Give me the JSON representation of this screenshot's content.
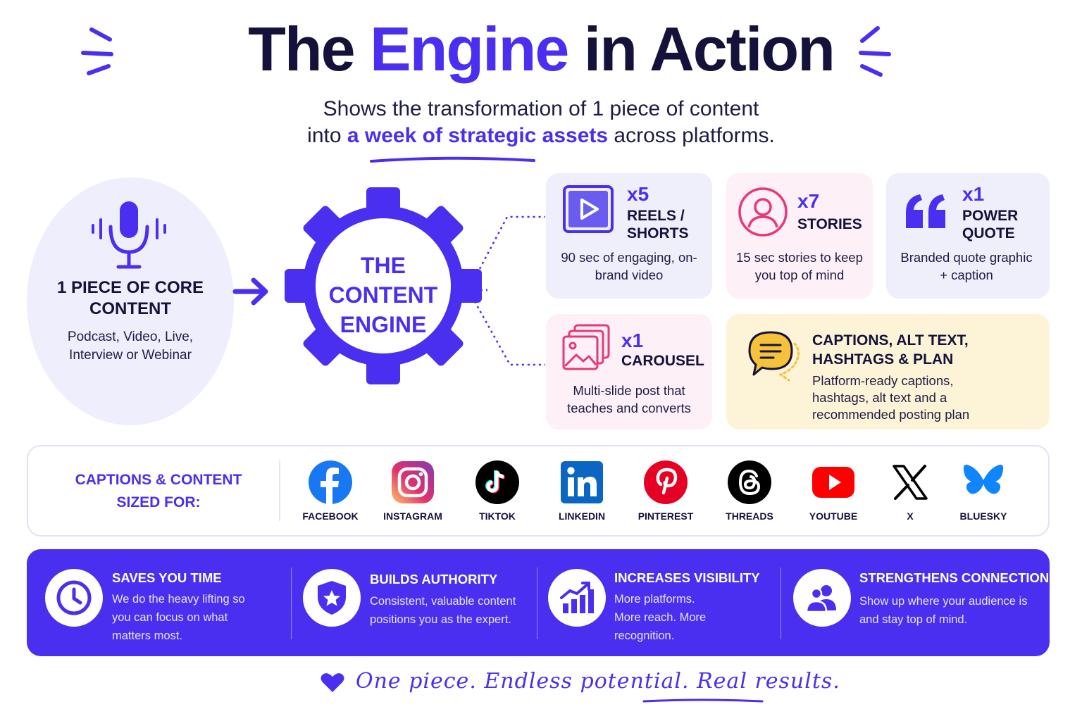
{
  "header": {
    "title_part1": "The ",
    "title_accent": "Engine",
    "title_part2": " in Action",
    "subtitle_line1": "Shows the transformation of 1 piece of content",
    "subtitle_line2_pre": "into ",
    "subtitle_line2_strong": "a week of strategic assets",
    "subtitle_line2_post": " across platforms."
  },
  "core": {
    "title": "1 PIECE OF CORE CONTENT",
    "desc": "Podcast, Video, Live, Interview or Webinar",
    "icon": "microphone-icon"
  },
  "engine": {
    "label": "THE CONTENT ENGINE"
  },
  "assets": {
    "reels": {
      "count": "x5",
      "label": "REELS / SHORTS",
      "desc": "90 sec of engaging, on-brand video",
      "icon": "play-icon"
    },
    "stories": {
      "count": "x7",
      "label": "STORIES",
      "desc": "15 sec stories to keep you top of mind",
      "icon": "user-circle-icon"
    },
    "quote": {
      "count": "x1",
      "label": "POWER QUOTE",
      "desc": "Branded quote graphic + caption",
      "icon": "quote-icon"
    },
    "carousel": {
      "count": "x1",
      "label": "CAROUSEL",
      "desc": "Multi-slide post that teaches and converts",
      "icon": "image-stack-icon"
    },
    "captions": {
      "label": "CAPTIONS, ALT TEXT, HASHTAGS & PLAN",
      "desc": "Platform-ready captions, hashtags, alt text and a recommended posting plan",
      "icon": "chat-bubble-icon"
    }
  },
  "platforms": {
    "heading": "CAPTIONS & CONTENT SIZED FOR:",
    "items": [
      {
        "name": "FACEBOOK",
        "color": "#1877f2"
      },
      {
        "name": "INSTAGRAM",
        "color": "#e1306c"
      },
      {
        "name": "TIKTOK",
        "color": "#000000"
      },
      {
        "name": "LINKEDIN",
        "color": "#0a66c2"
      },
      {
        "name": "PINTEREST",
        "color": "#e60023"
      },
      {
        "name": "THREADS",
        "color": "#000000"
      },
      {
        "name": "YOUTUBE",
        "color": "#ff0000"
      },
      {
        "name": "X",
        "color": "#000000"
      },
      {
        "name": "BLUESKY",
        "color": "#1185fe"
      }
    ]
  },
  "benefits": [
    {
      "title": "SAVES YOU TIME",
      "l1": "We do the heavy lifting so",
      "l2": "you can focus on what",
      "l3": "matters most.",
      "icon": "clock-icon"
    },
    {
      "title": "BUILDS AUTHORITY",
      "l1": "Consistent, valuable content",
      "l2": "positions you as the expert.",
      "l3": "",
      "icon": "shield-star-icon"
    },
    {
      "title": "INCREASES VISIBILITY",
      "l1": "More platforms.",
      "l2": "More reach. More",
      "l3": "recognition.",
      "icon": "growth-chart-icon"
    },
    {
      "title": "STRENGTHENS CONNECTION",
      "l1": "Show up where your audience is",
      "l2": "and stay top of mind.",
      "l3": "",
      "icon": "people-icon"
    }
  ],
  "footer": {
    "tagline": "One piece. Endless potential. Real results.",
    "icon": "heart-icon"
  },
  "colors": {
    "accent": "#4a2ff0",
    "dark": "#14123a",
    "lavender": "#eeeefc",
    "pink": "#fdf0f6",
    "yellow": "#fdf4d8"
  }
}
